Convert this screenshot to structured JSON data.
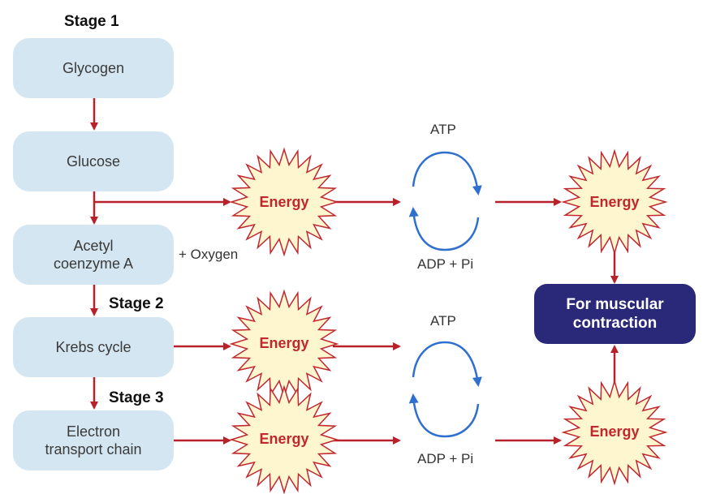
{
  "stages": {
    "stage1": "Stage 1",
    "stage2": "Stage 2",
    "stage3": "Stage 3"
  },
  "boxes": {
    "glycogen": "Glycogen",
    "glucose": "Glucose",
    "acetyl": "Acetyl\ncoenzyme A",
    "krebs": "Krebs cycle",
    "etc": "Electron\ntransport chain"
  },
  "oxygen_label": "+ Oxygen",
  "energy_label": "Energy",
  "atp_label": "ATP",
  "adp_label": "ADP + Pi",
  "target_label": "For muscular\ncontraction",
  "colors": {
    "box_fill": "#d4e6f1",
    "arrow_red": "#b8202a",
    "cycle_blue": "#2f6fd0",
    "burst_fill": "#fdf6cf",
    "burst_stroke": "#c1272d",
    "energy_text": "#c1272d",
    "target_fill": "#2a2879"
  }
}
